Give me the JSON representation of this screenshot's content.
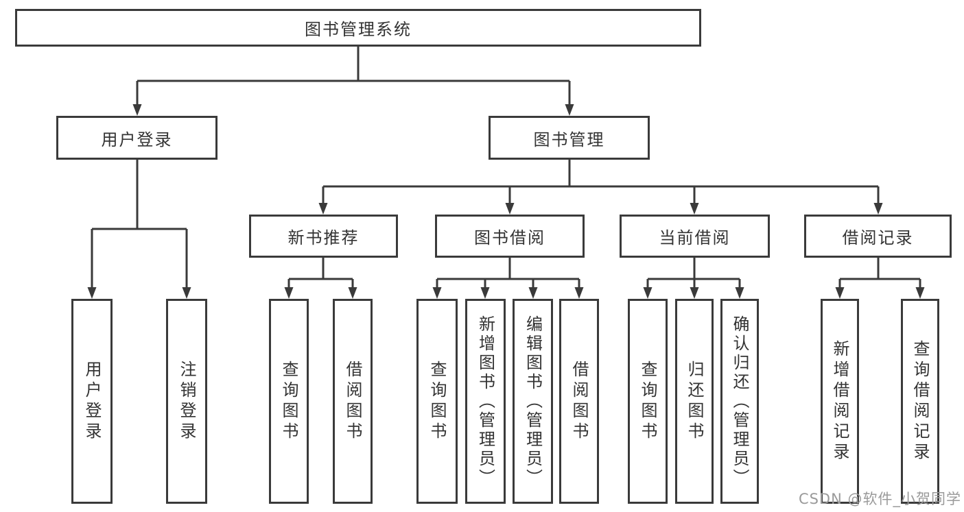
{
  "diagram": {
    "type": "hierarchy-tree",
    "colors": {
      "line": "#3a3a3a",
      "border": "#3a3a3a",
      "text": "#333333",
      "watermark": "#9a9a9a",
      "background": "#ffffff"
    },
    "tree": {
      "label": "图书管理系统",
      "children": [
        {
          "label": "用户登录",
          "children": [
            {
              "label": "用户登录"
            },
            {
              "label": "注销登录"
            }
          ]
        },
        {
          "label": "图书管理",
          "children": [
            {
              "label": "新书推荐",
              "children": [
                {
                  "label": "查询图书"
                },
                {
                  "label": "借阅图书"
                }
              ]
            },
            {
              "label": "图书借阅",
              "children": [
                {
                  "label": "查询图书"
                },
                {
                  "label": "新增图书（管理员）"
                },
                {
                  "label": "编辑图书（管理员）"
                },
                {
                  "label": "借阅图书"
                }
              ]
            },
            {
              "label": "当前借阅",
              "children": [
                {
                  "label": "查询图书"
                },
                {
                  "label": "归还图书"
                },
                {
                  "label": "确认归还（管理员）"
                }
              ]
            },
            {
              "label": "借阅记录",
              "children": [
                {
                  "label": "新增借阅记录"
                },
                {
                  "label": "查询借阅记录"
                }
              ]
            }
          ]
        }
      ]
    },
    "watermark": {
      "text": "CSDN @软件_小贺同学"
    }
  }
}
